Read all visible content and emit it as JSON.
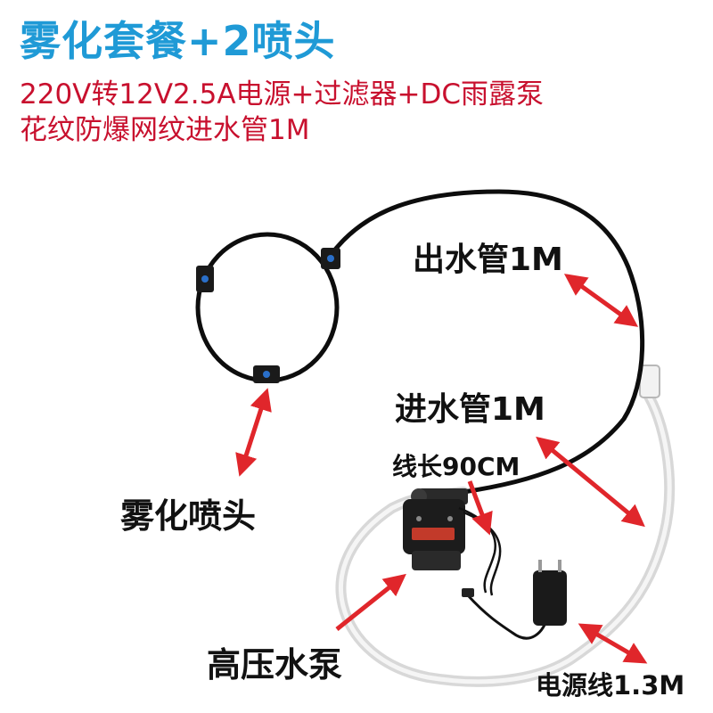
{
  "header": {
    "title": "雾化套餐+2喷头",
    "subtitle_line1": "220V转12V2.5A电源+过滤器+DC雨露泵",
    "subtitle_line2": "花纹防爆网纹进水管1M"
  },
  "labels": {
    "outlet_tube": "出水管1M",
    "inlet_tube": "进水管1M",
    "wire_length": "线长90CM",
    "mist_nozzle": "雾化喷头",
    "pump": "高压水泵",
    "power_cord": "电源线1.3M"
  },
  "colors": {
    "title": "#1f9ad6",
    "subtitle": "#c8102e",
    "arrow": "#e0262b",
    "tube": "#0d0d0d"
  }
}
